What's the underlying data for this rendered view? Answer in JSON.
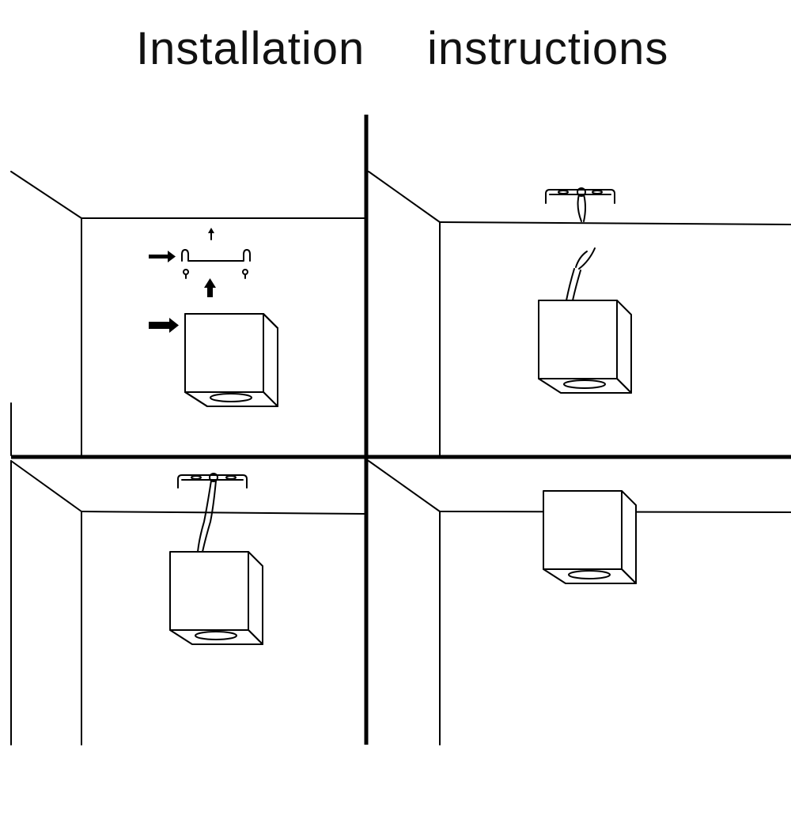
{
  "title": {
    "word1": "Installation",
    "word2": "instructions"
  },
  "steps": [
    {
      "panel": "top-left",
      "content": "bracket-and-screws-with-arrows-and-lamp"
    },
    {
      "panel": "top-right",
      "content": "bracket-on-ceiling-with-lamp-and-wires"
    },
    {
      "panel": "bottom-left",
      "content": "lamp-hanging-from-bracket-by-cable"
    },
    {
      "panel": "bottom-right",
      "content": "lamp-mounted-on-ceiling"
    }
  ],
  "colors": {
    "line": "#000000",
    "background": "#ffffff"
  }
}
